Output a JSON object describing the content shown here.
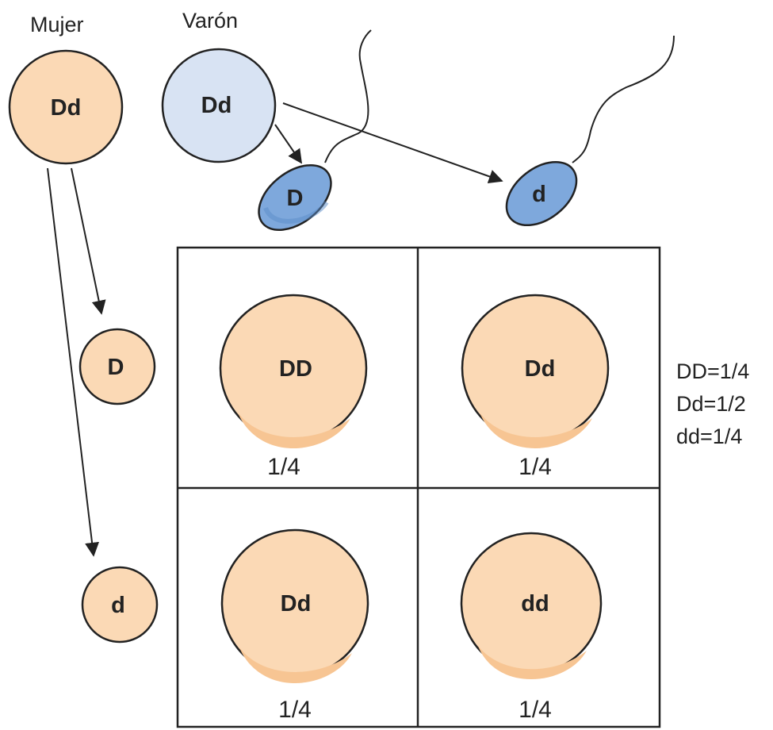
{
  "parents": {
    "female_label": "Mujer",
    "male_label": "Varón",
    "female_genotype": "Dd",
    "male_genotype": "Dd"
  },
  "gametes": {
    "sperm": [
      "D",
      "d"
    ],
    "eggs": [
      "D",
      "d"
    ]
  },
  "punnett": {
    "cells": [
      {
        "genotype": "DD",
        "fraction": "1/4"
      },
      {
        "genotype": "Dd",
        "fraction": "1/4"
      },
      {
        "genotype": "Dd",
        "fraction": "1/4"
      },
      {
        "genotype": "dd",
        "fraction": "1/4"
      }
    ]
  },
  "summary": {
    "lines": [
      "DD=1/4",
      "Dd=1/2",
      "dd=1/4"
    ]
  },
  "colors": {
    "egg_fill": "#fbd9b5",
    "egg_shade": "#f7c593",
    "male_fill": "#d8e3f3",
    "sperm_fill": "#7ea8dc",
    "stroke": "#222222"
  }
}
